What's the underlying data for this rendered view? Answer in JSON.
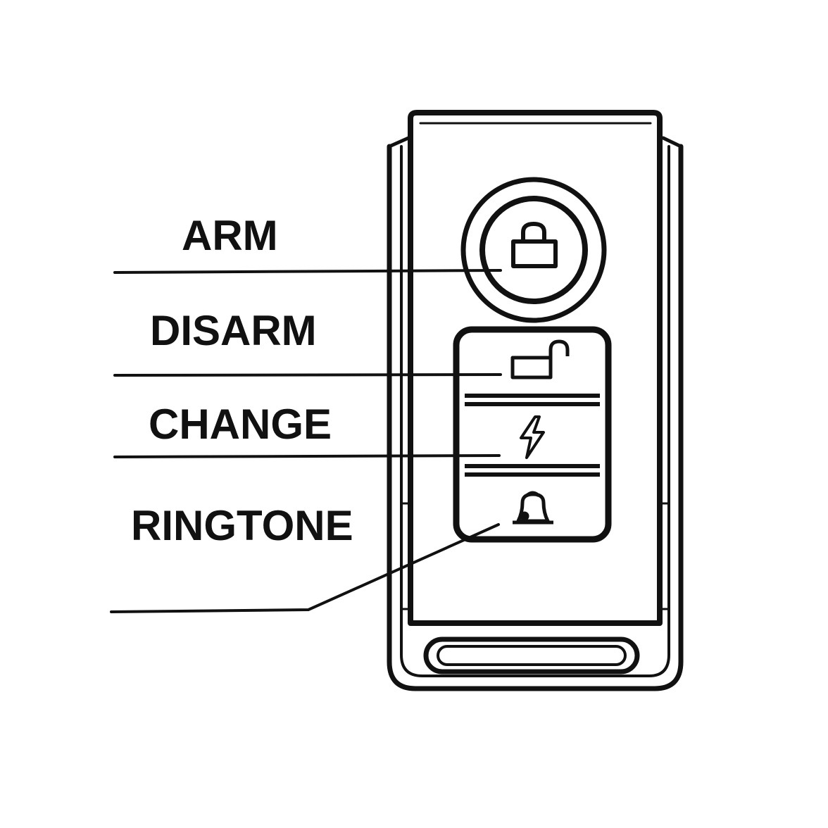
{
  "labels": {
    "arm": "ARM",
    "disarm": "DISARM",
    "change": "CHANGE",
    "ringtone": "RINGTONE"
  },
  "icons": {
    "arm": "lock-closed-icon",
    "disarm": "lock-open-icon",
    "change": "lightning-bolt-icon",
    "ringtone": "bell-icon"
  },
  "colors": {
    "ink": "#111111",
    "background": "#ffffff"
  }
}
